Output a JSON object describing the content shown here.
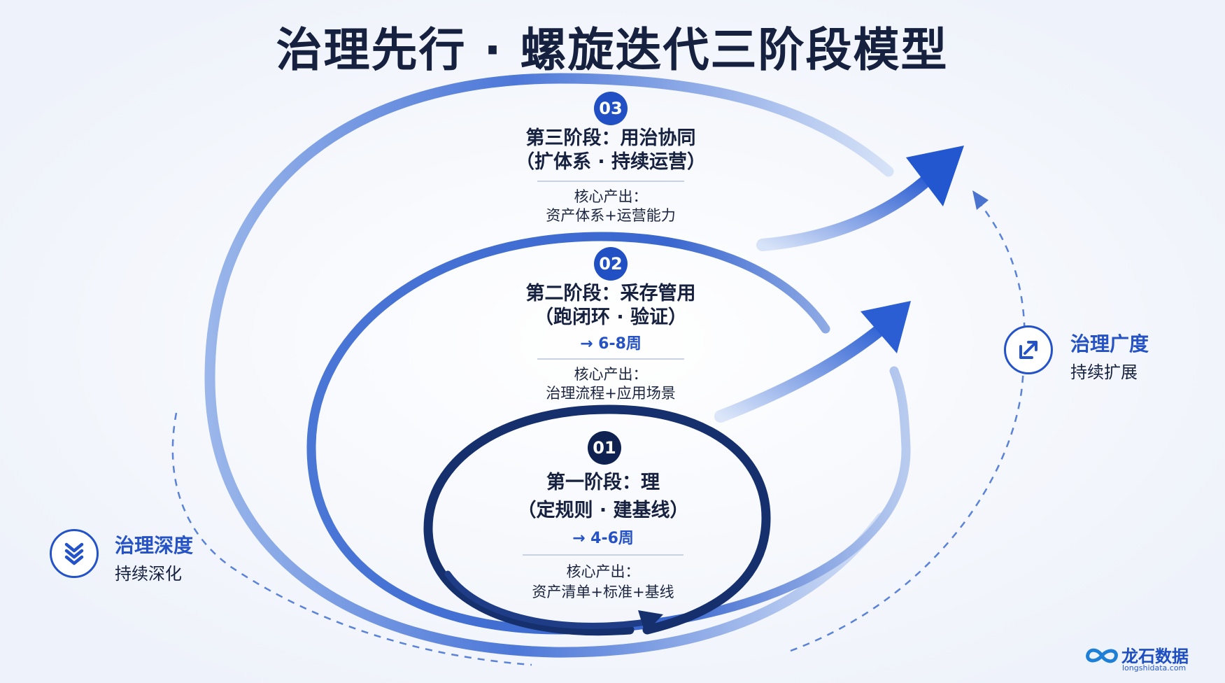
{
  "title": "治理先行 · 螺旋迭代三阶段模型",
  "stages": [
    {
      "badge": "03",
      "name": "第三阶段：用治协同",
      "subtitle": "（扩体系 · 持续运营）",
      "output_label": "核心产出：",
      "output": "资产体系+运营能力"
    },
    {
      "badge": "02",
      "name": "第二阶段：采存管用",
      "subtitle": "（跑闭环 · 验证）",
      "duration": "→ 6-8周",
      "output_label": "核心产出：",
      "output": "治理流程+应用场景"
    },
    {
      "badge": "01",
      "name": "第一阶段：理",
      "subtitle": "（定规则 · 建基线）",
      "duration": "→ 4-6周",
      "output_label": "核心产出：",
      "output": "资产清单+标准+基线"
    }
  ],
  "side": {
    "breadth": {
      "title": "治理广度",
      "subtitle": "持续扩展",
      "icon": "expand-arrow-icon"
    },
    "depth": {
      "title": "治理深度",
      "subtitle": "持续深化",
      "icon": "chevrons-down-icon"
    }
  },
  "logo": {
    "name": "龙石数据",
    "url": "longshidata.com",
    "icon": "infinity-logo-icon"
  },
  "colors": {
    "navy": "#0f2150",
    "blue": "#2150c4",
    "light_blue": "#8fb0ea",
    "text": "#16213f"
  }
}
